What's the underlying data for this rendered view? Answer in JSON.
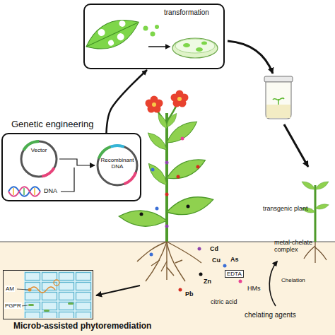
{
  "diagram": {
    "nodes": [
      {
        "text": [
          "transformation"
        ]
      },
      {
        "text": [
          "Genetic engineering"
        ]
      },
      {
        "text": [
          "Vector"
        ],
        "in": 1
      },
      {
        "text": [
          "Recombinant DNA"
        ],
        "in": 1
      },
      {
        "text": [
          "Microb-assisted phytoremediation"
        ]
      }
    ],
    "edges": [
      {
        "from": 1,
        "to": 0,
        "arrow": "to"
      },
      {
        "from": 2,
        "to": 3,
        "arrow": "to"
      }
    ],
    "labels": [
      "DNA",
      "transgenic plant",
      "Cd",
      "Cu",
      "As",
      "Zn",
      "Pb",
      "EDTA",
      "metal-chelate complex",
      "HMs",
      "Chelation",
      "citric acid",
      "chelating agents",
      "AM",
      "PGPR"
    ]
  }
}
